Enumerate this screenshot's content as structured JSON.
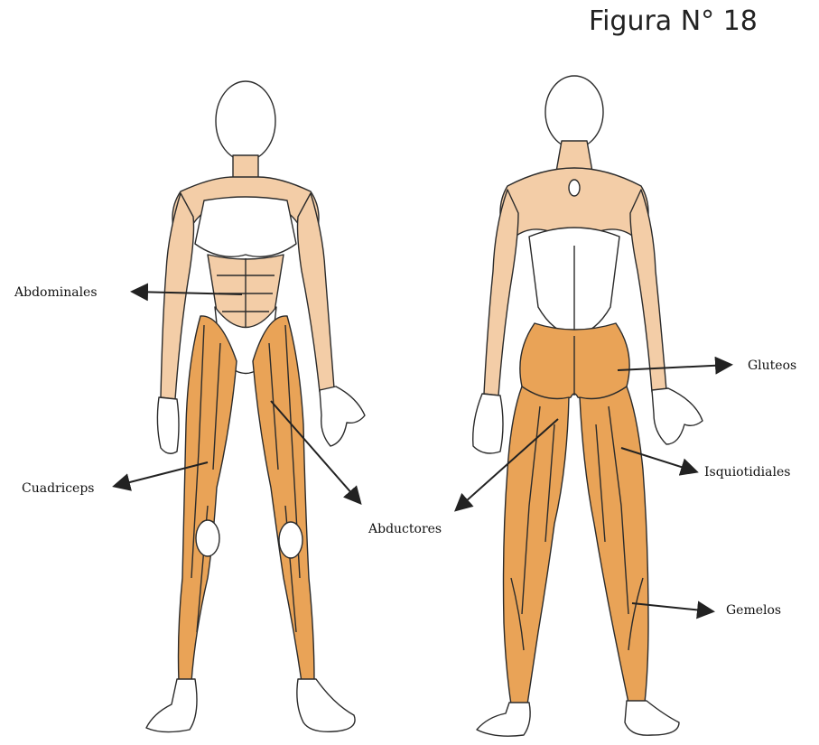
{
  "figure": {
    "title": "Figura N° 18"
  },
  "labels": {
    "abdominales": "Abdominales",
    "cuadriceps": "Cuadriceps",
    "abductores": "Abductores",
    "gluteos": "Gluteos",
    "isquiotidiales": "Isquiotidiales",
    "gemelos": "Gemelos"
  },
  "colors": {
    "muscle_dark": "#E9A357",
    "muscle_light": "#F3CDA7",
    "outline": "#2B2B2B",
    "skin": "#FFFFFF",
    "arrow": "#222222"
  }
}
